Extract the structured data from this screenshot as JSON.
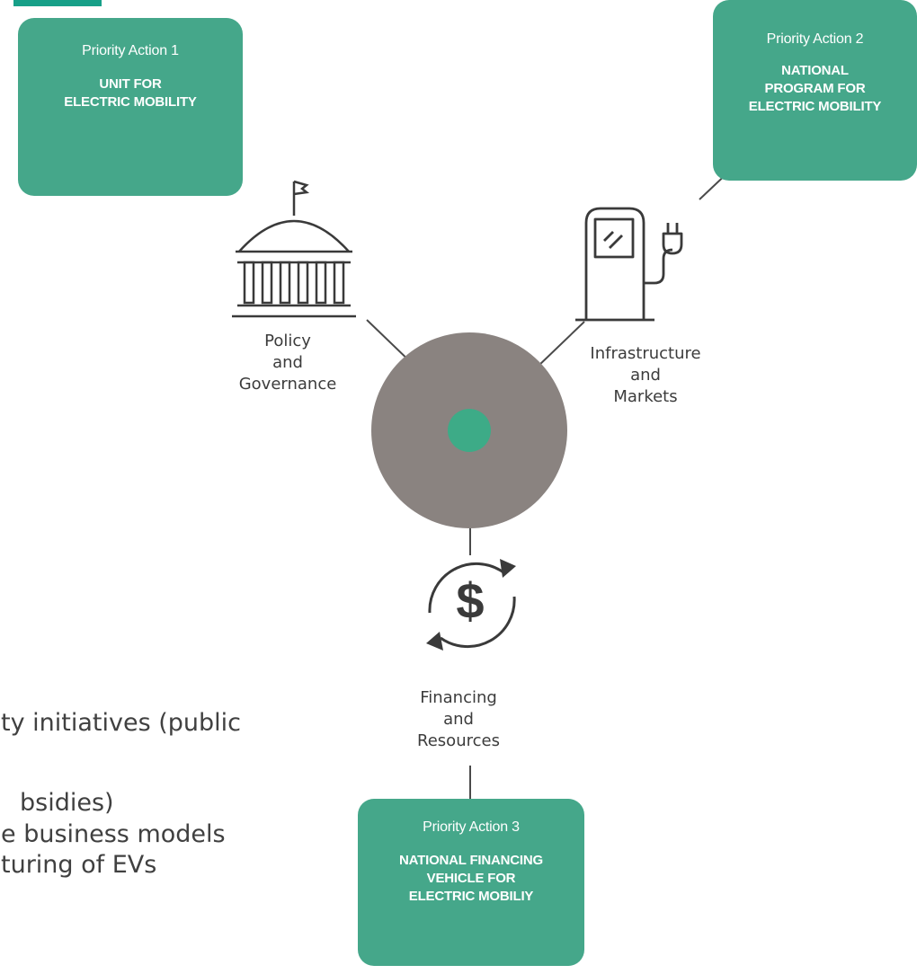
{
  "colors": {
    "accent": "#17a088",
    "box_fill": "#45a78a",
    "hub": "#8a8380",
    "hub_center": "#3dab87",
    "icon_stroke": "#3a3a3a",
    "connector": "#4a4a4a"
  },
  "priority_actions": [
    {
      "heading": "Priority Action 1",
      "lines": [
        "UNIT FOR",
        "ELECTRIC MOBILITY"
      ]
    },
    {
      "heading": "Priority Action 2",
      "lines": [
        "NATIONAL",
        "PROGRAM FOR",
        "ELECTRIC MOBILITY"
      ]
    },
    {
      "heading": "Priority Action 3",
      "lines": [
        "NATIONAL FINANCING",
        "VEHICLE FOR",
        "ELECTRIC MOBILIY"
      ]
    }
  ],
  "pillars": [
    {
      "lines": [
        "Policy",
        "and",
        "Governance"
      ],
      "icon": "government-building-icon"
    },
    {
      "lines": [
        "Infrastructure",
        "and",
        "Markets"
      ],
      "icon": "ev-charging-station-icon"
    },
    {
      "lines": [
        "Financing",
        "and",
        "Resources"
      ],
      "icon": "dollar-cycle-icon"
    }
  ],
  "body_text": [
    "ty initiatives (public",
    "bsidies)",
    "e business models",
    "turing of EVs"
  ]
}
